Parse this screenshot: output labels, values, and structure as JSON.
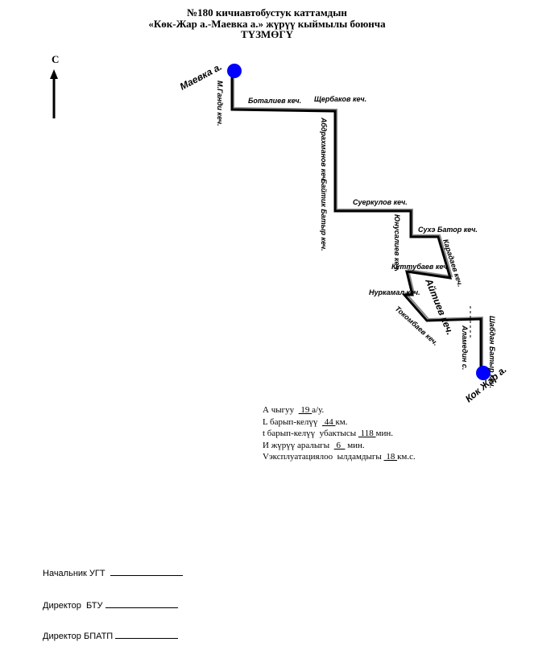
{
  "header": {
    "line1": "№180 кичиавтобустук каттамдын",
    "line2": "«Көк-Жар а.-Маевка а.» жүрүү кыймылы боюнча",
    "line3": "ТҮЗМӨГҮ"
  },
  "north_arrow": {
    "label": "С",
    "icon": "north-arrow-icon"
  },
  "route": {
    "color": "#000000",
    "stop_color": "#0000ff",
    "start_stop": "Маевка а.",
    "end_stop": "Кок Жар а.",
    "streets": [
      "М.Ганди кеч.",
      "Боталиев кеч.",
      "Щербаков кеч.",
      "Абдрахманов кеч.",
      "Байтик Батыр кеч.",
      "Суеркулов кеч.",
      "Юнусалиев кеч.",
      "Сухэ Батор кеч.",
      "Карадаев кеч.",
      "Куттубаев кеч.",
      "Айтиев кеч.",
      "Нуркамал кеч.",
      "Токомбаев кеч.",
      "Аламедин с.",
      "Шабдан Батыр кеч."
    ]
  },
  "stats": [
    {
      "prefix": "А чыгуу  ",
      "value": " 19 ",
      "suffix": "а/у."
    },
    {
      "prefix": "L барып-келүү  ",
      "value": " 44 ",
      "suffix": "км."
    },
    {
      "prefix": "t барып-келүү  убактысы ",
      "value": " 118 ",
      "suffix": "мин."
    },
    {
      "prefix": "И жүрүү аралыгы  ",
      "value": " 6  ",
      "suffix": " мин."
    },
    {
      "prefix": "Vэксплуатациялоо  ылдамдыгы ",
      "value": " 18 ",
      "suffix": "км.с."
    }
  ],
  "signatures": [
    {
      "label": "Начальник УГТ  "
    },
    {
      "label": "Директор  БТУ "
    },
    {
      "label": "Директор БПАТП "
    }
  ]
}
